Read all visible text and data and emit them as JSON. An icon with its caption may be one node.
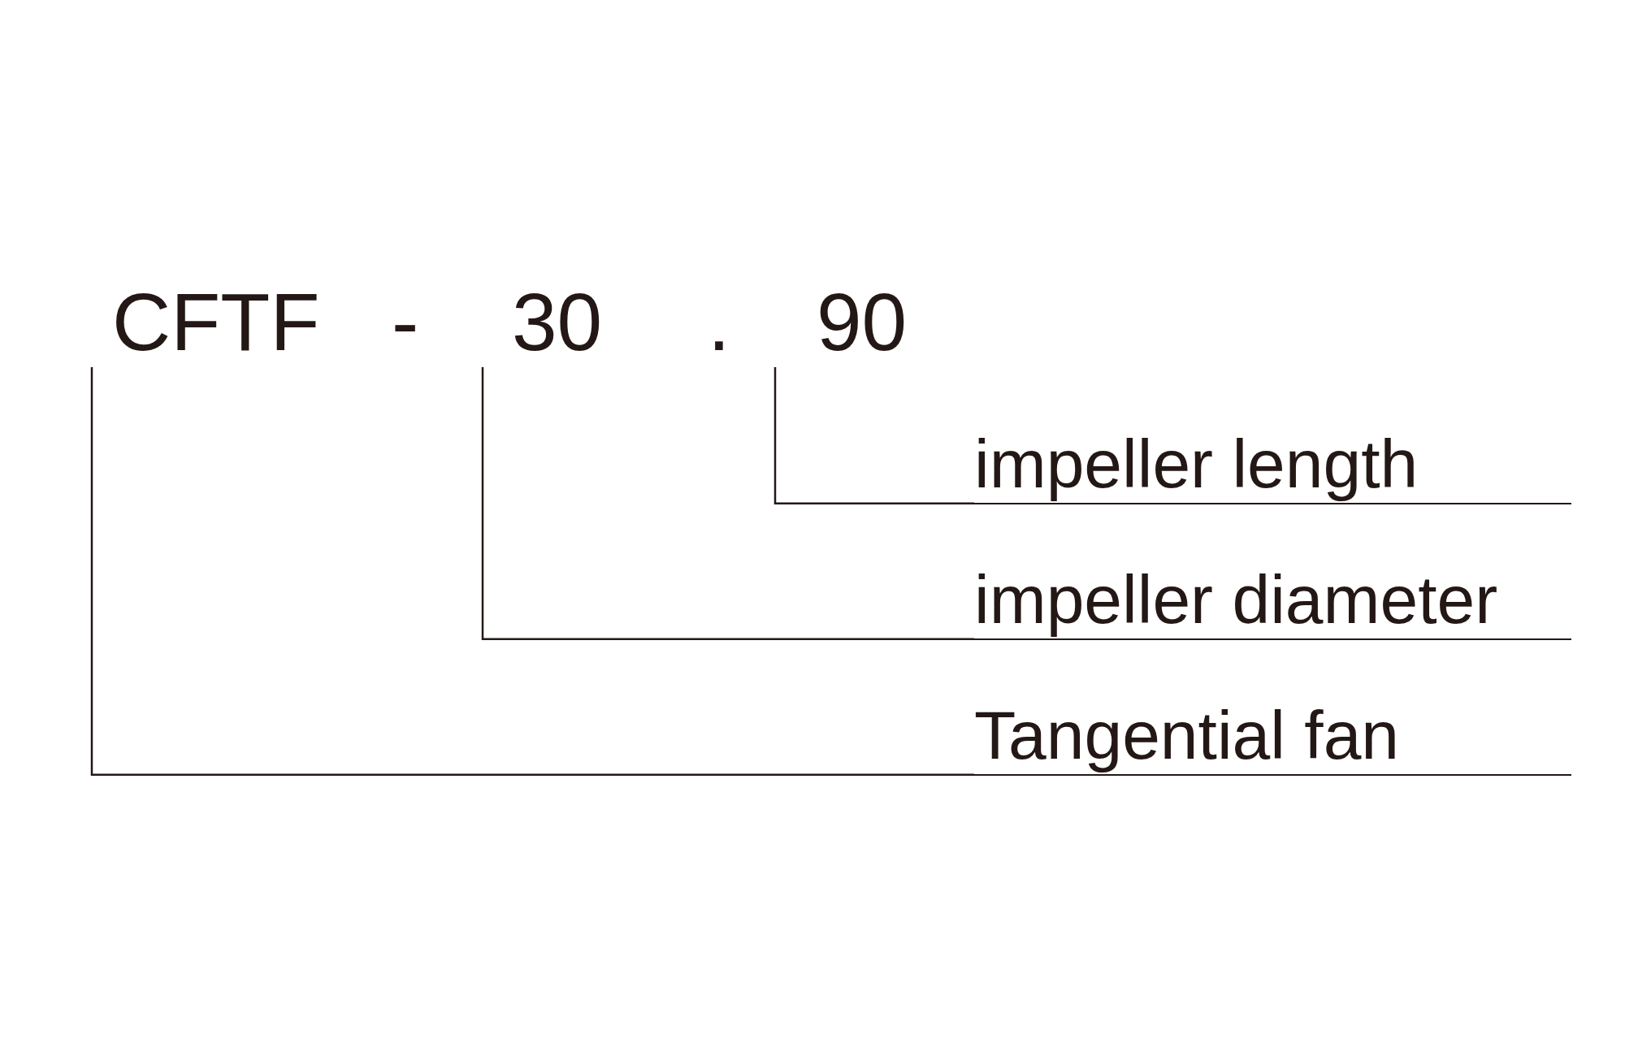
{
  "diagram": {
    "nodes": [
      {
        "text": [
          "CFTF"
        ]
      },
      {
        "text": [
          "30"
        ]
      },
      {
        "text": [
          "90"
        ]
      },
      {
        "text": [
          "impeller length"
        ]
      },
      {
        "text": [
          "impeller diameter"
        ]
      },
      {
        "text": [
          "Tangential fan"
        ]
      }
    ],
    "edges": [
      {
        "from": 0,
        "to": 5,
        "arrow": "none"
      },
      {
        "from": 1,
        "to": 4,
        "arrow": "none"
      },
      {
        "from": 2,
        "to": 3,
        "arrow": "none"
      }
    ],
    "labels": [
      "-",
      "."
    ]
  }
}
